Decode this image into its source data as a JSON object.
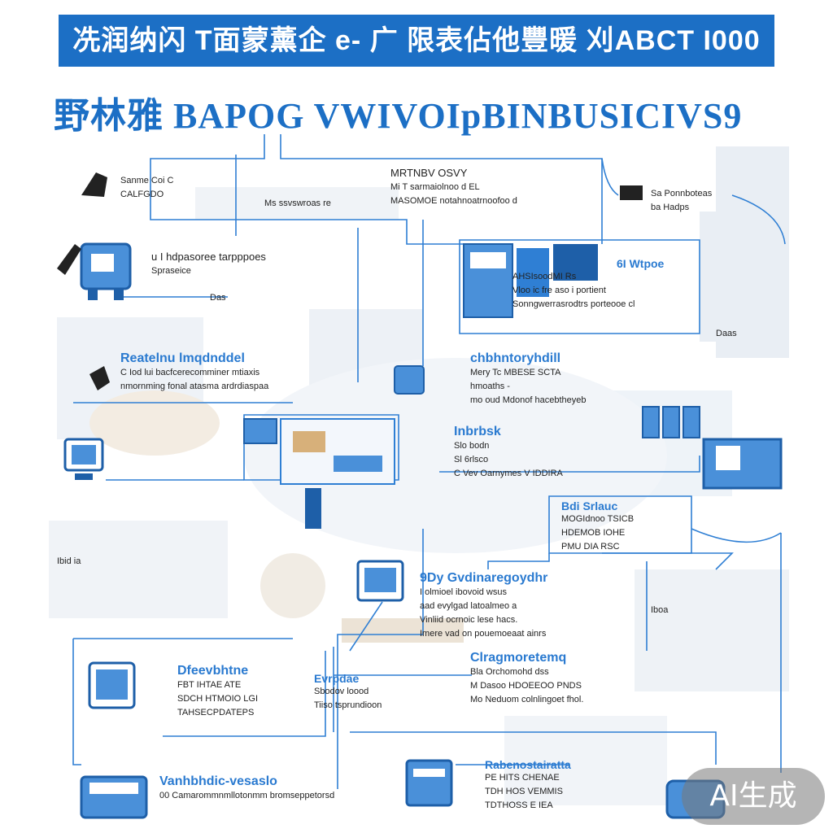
{
  "banner": {
    "text": "冼润纳闪 T面蒙薰企 e- 广 限表佔他豐暖  刈ABCT I000"
  },
  "title": {
    "text": "野林雅 BAPOG VWIVOIpBINBUSICIVS9"
  },
  "colors": {
    "accent": "#1c6fc5",
    "line": "#2f7fd4",
    "icon_fill": "#4a90d9",
    "icon_dark": "#1e5fa8"
  },
  "nodes": {
    "n1": {
      "lines": [
        "Sanme Coi C",
        "CALFGDO"
      ],
      "extra": "Ms ssvswroas re"
    },
    "n2": {
      "title": "MRTNBV OSVY",
      "lines": [
        "Mi   T sarmaiolnoo d EL",
        "MASOMOE notahnoatrnoofoo d"
      ]
    },
    "n3": {
      "lines": [
        "Sa Ponnboteas",
        "ba Hadps"
      ]
    },
    "n4": {
      "title": "u I hdpasoree tarpppoes",
      "lines": [
        "Spraseice"
      ],
      "extra": "Das"
    },
    "n5": {
      "title": "6I Wtpoe",
      "lines": [
        "AHSIsoodMI Rs",
        "Vloo ic fre aso i portient",
        "Sonngwerrasrodtrs porteooe cl"
      ]
    },
    "n6": {
      "title": "Reatelnu lmqdnddel",
      "lines": [
        "C Iod lui bacfcerecomminer mtiaxis",
        "nmornming fonal atasma ardrdiaspaa"
      ]
    },
    "n7": {
      "title": "chbhntoryhdill",
      "lines": [
        "Mery   Tc   MBESE SCTA",
        "hmoaths -",
        "mo oud Mdonof hacebtheyeb"
      ]
    },
    "n8": {
      "title": "Inbrbsk",
      "lines": [
        "Slo bodn",
        "Sl 6rlsco",
        "C Vev Oarnymes V IDDIRA"
      ]
    },
    "n9": {
      "title": "Bdi Srlauc",
      "lines": [
        "MOGIdnoo TSICB",
        "HDEMOB  IOHE",
        "PMU DIA RSC"
      ]
    },
    "n10": {
      "title": "9Dy Gvdinaregoydhr",
      "lines": [
        "I   olmioel ibovoid wsus",
        "aad evylgad latoalmeo a",
        "Vinliid ocrnoic lese hacs.",
        "Imere vad on pouemoeaat ainrs"
      ]
    },
    "n11": {
      "title": "Dfeevbhtne",
      "lines": [
        "FBT IHTAE ATE",
        "SDCH HTMOIO LGI",
        "TAHSECPDATEPS"
      ]
    },
    "n12": {
      "title": "Evrpdae",
      "lines": [
        "Sbodov loood",
        "Tiiso tsprundioon"
      ]
    },
    "n13": {
      "title": "Clragmoretemq",
      "lines": [
        "Bla Orchomohd dss",
        "M   Dasoo HDOEEOO PNDS",
        "Mo Neduom colnlingoet fhol."
      ]
    },
    "n14": {
      "title": "Vanhbhdic-vesaslo",
      "lines": [
        "00 Camarommnmllotonmm bromseppetorsd"
      ]
    },
    "n15": {
      "title": "Rabenostairatta",
      "lines": [
        "PE HITS CHENAE",
        "TDH HOS VEMMIS",
        "TDTHOSS E IEA"
      ]
    }
  },
  "small_labels": [
    "Ibid ia",
    "Iboa",
    "Daas"
  ],
  "watermark": {
    "text": "AI生成"
  }
}
